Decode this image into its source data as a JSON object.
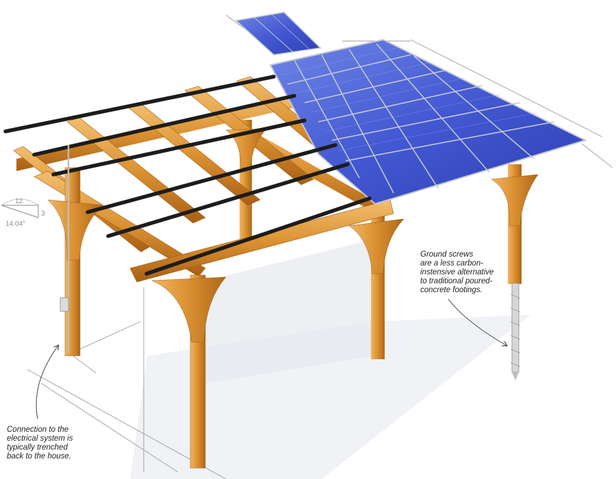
{
  "callouts": {
    "ground_screws": [
      "Ground screws",
      "are a less carbon-",
      "instensive alternative",
      "to traditional poured-",
      "concrete footings."
    ],
    "electrical": [
      "Connection to the",
      "electrical system is",
      "typically trenched",
      "back to the house."
    ]
  },
  "pitch_symbol": {
    "run": "12",
    "rise": "3",
    "angle": "14.04°"
  },
  "colors": {
    "timber": "#d9902f",
    "timber_light": "#f1b865",
    "timber_dark": "#a55f15",
    "panel": "#3b4fc9",
    "panel_light": "#6f86e6",
    "frame": "#c4c8d2",
    "purlin": "#1c1c1c",
    "sketch_line": "#9a9a9a"
  }
}
